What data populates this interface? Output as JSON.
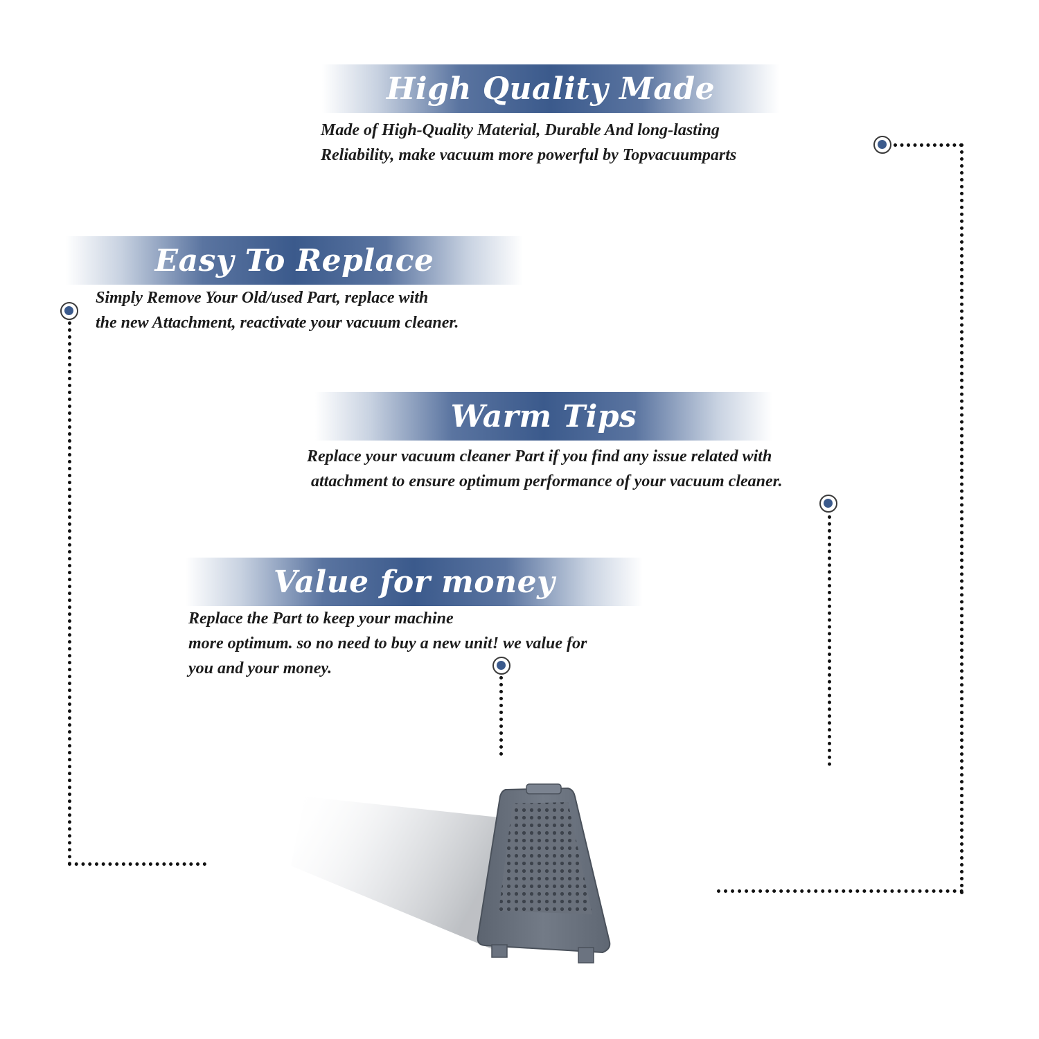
{
  "sections": [
    {
      "title": "High Quality Made",
      "lines": [
        "Made of  High-Quality Material, Durable And long-lasting",
        "Reliability, make vacuum more powerful by Topvacuumparts"
      ]
    },
    {
      "title": "Easy To Replace",
      "lines": [
        "Simply Remove Your Old/used Part, replace with",
        "the new Attachment, reactivate your vacuum cleaner."
      ]
    },
    {
      "title": "Warm Tips",
      "lines": [
        "Replace your vacuum cleaner Part if you find any issue related with",
        " attachment to ensure optimum performance of your vacuum cleaner."
      ]
    },
    {
      "title": "Value for money",
      "lines": [
        "Replace the Part to keep your machine",
        "more optimum. so no need to buy a new unit! we value for",
        "you and your money."
      ]
    }
  ],
  "colors": {
    "banner_accent": "#3b5a8c",
    "marker_fill": "#3b5a8c",
    "text": "#1c1c1c",
    "product_body": "#6b7380"
  },
  "product_icon": "vacuum-filter-cover-icon"
}
